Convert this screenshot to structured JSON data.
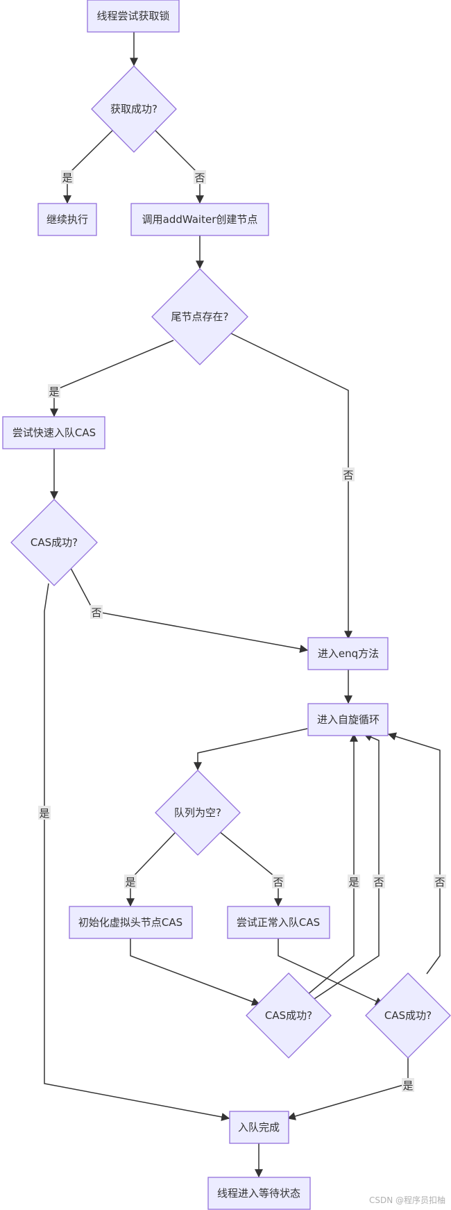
{
  "nodes": {
    "start": "线程尝试获取锁",
    "acquired_check": "获取成功?",
    "continue_exec": "继续执行",
    "add_waiter": "调用addWaiter创建节点",
    "tail_exists": "尾节点存在?",
    "fast_enqueue": "尝试快速入队CAS",
    "cas_check_1": "CAS成功?",
    "enq_method": "进入enq方法",
    "spin_loop": "进入自旋循环",
    "queue_empty": "队列为空?",
    "init_head": "初始化虚拟头节点CAS",
    "normal_enqueue": "尝试正常入队CAS",
    "cas_check_2": "CAS成功?",
    "cas_check_3": "CAS成功?",
    "enqueue_done": "入队完成",
    "wait_state": "线程进入等待状态"
  },
  "edge_labels": {
    "yes": "是",
    "no": "否"
  },
  "watermark": "CSDN @程序员扣柚",
  "colors": {
    "node_fill": "#ececff",
    "node_stroke": "#9370db",
    "edge": "#333333",
    "label_bg": "#e8e8e8"
  }
}
